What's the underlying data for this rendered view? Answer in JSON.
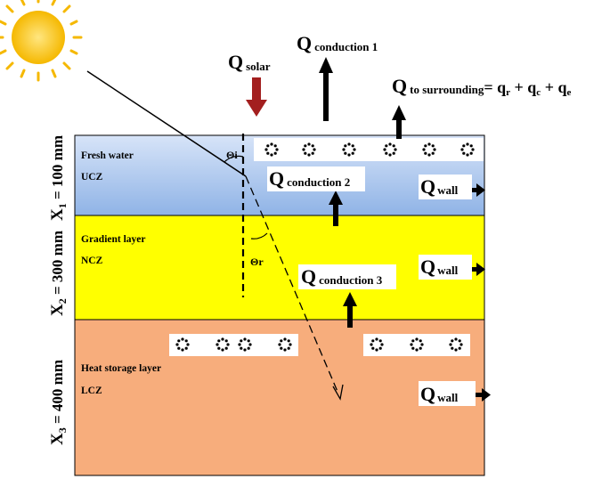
{
  "layers": [
    {
      "title": "Fresh water",
      "zone": "UCZ",
      "color": "#a9c4ec"
    },
    {
      "title": "Gradient layer",
      "zone": "NCZ",
      "color": "#ffff00"
    },
    {
      "title": "Heat storage layer",
      "zone": "LCZ",
      "color": "#f7ad7c"
    }
  ],
  "dimensions": [
    {
      "var": "X",
      "sub": "1",
      "rest": " = 100 mm"
    },
    {
      "var": "X",
      "sub": "2",
      "rest": " = 300 mm"
    },
    {
      "var": "X",
      "sub": "3",
      "rest": " = 400 mm"
    }
  ],
  "angles": {
    "incident": "Θi",
    "refracted": "Θr"
  },
  "labels": {
    "q_solar": {
      "q": "Q",
      "sub": "solar"
    },
    "q_cond1": {
      "q": "Q",
      "sub": "conduction 1"
    },
    "q_cond2": {
      "q": "Q",
      "sub": "conduction 2"
    },
    "q_cond3": {
      "q": "Q",
      "sub": "conduction 3"
    },
    "q_wall": {
      "q": "Q",
      "sub": "wall"
    },
    "q_surround": {
      "q": "Q",
      "sub": "to surrounding",
      "eq": "= q",
      "r": "r",
      "plus1": " + q",
      "c": "c",
      "plus2": " + q",
      "e": "e"
    }
  },
  "colors": {
    "solar_arrow": "#a31f1f",
    "sun": "#f7c400",
    "black": "#000000"
  }
}
